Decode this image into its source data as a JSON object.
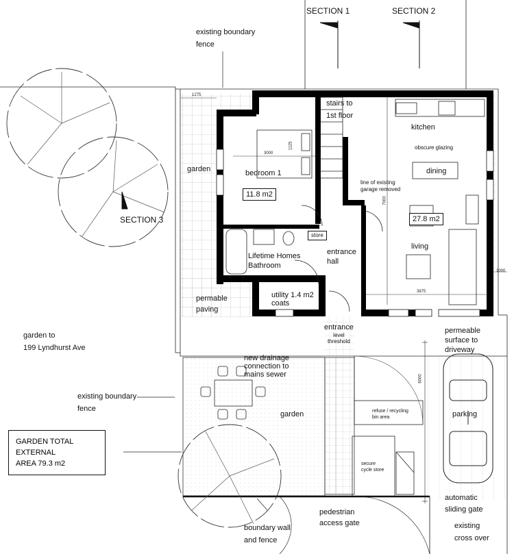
{
  "labels": {
    "section_1": "SECTION 1",
    "section_2": "SECTION 2",
    "section_3": "SECTION 3",
    "existing_boundary_fence_top_line1": "existing boundary",
    "existing_boundary_fence_top_line2": "fence",
    "garden_left": "garden",
    "bedroom": "bedroom 1",
    "bedroom_area": "11.8 m2",
    "stairs_line1": "stairs to",
    "stairs_line2": "1st floor",
    "kitchen": "kitchen",
    "obscure_glazing": "obscure glazing",
    "dining": "dining",
    "garage_note_line1": "line of existing",
    "garage_note_line2": "garage removed",
    "living_area": "27.8 m2",
    "living": "living",
    "store": "store",
    "bathroom_line1": "Lifetime Homes",
    "bathroom_line2": "Bathroom",
    "entrance_hall_line1": "entrance",
    "entrance_hall_line2": "hall",
    "utility": "utility 1.4 m2",
    "coats": "coats",
    "permeable_paving_line1": "permable",
    "permeable_paving_line2": "paving",
    "entrance_line1": "entrance",
    "entrance_line2": "level",
    "entrance_line3": "threshold",
    "neighbour_garden_line1": "garden to",
    "neighbour_garden_line2": "199 Lyndhurst Ave",
    "drainage_line1": "new drainage",
    "drainage_line2": "connection to",
    "drainage_line3": "mains sewer",
    "existing_boundary_fence_low_line1": "existing boundary",
    "existing_boundary_fence_low_line2": "fence",
    "garden_rear": "garden",
    "refuse_line1": "refuse / recycling",
    "refuse_line2": "bin area",
    "cycle_line1": "secure",
    "cycle_line2": "cycle store",
    "permeable_surface_line1": "permeable",
    "permeable_surface_line2": "surface to",
    "permeable_surface_line3": "driveway",
    "parking": "parking",
    "sliding_gate_line1": "automatic",
    "sliding_gate_line2": "sliding gate",
    "boundary_wall_line1": "boundary wall",
    "boundary_wall_line2": "and fence",
    "pedestrian_gate_line1": "pedestrian",
    "pedestrian_gate_line2": "access gate",
    "cross_over_line1": "existing",
    "cross_over_line2": "cross over"
  },
  "garden_total": {
    "line1": "GARDEN TOTAL",
    "line2": "EXTERNAL",
    "line3": "AREA 79.3 m2"
  },
  "dimensions": {
    "top_strip": "1275",
    "bedroom_width": "3000",
    "bedroom_small": "1125",
    "house_depth": "7000",
    "living_width": "3875",
    "side_gap": "1000",
    "driveway_length": "6000"
  },
  "colors": {
    "wall": "#000000",
    "line": "#222222",
    "hatch": "#9a9a9a",
    "background": "#ffffff"
  }
}
